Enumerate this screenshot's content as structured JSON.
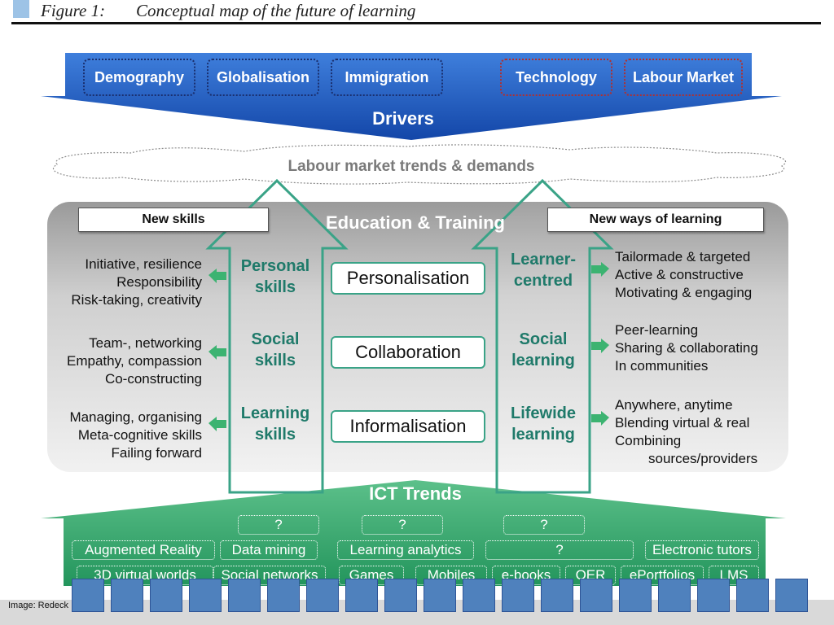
{
  "caption": {
    "label": "Figure 1:",
    "title": "Conceptual map of the future of learning"
  },
  "drivers": {
    "items": [
      "Demography",
      "Globalisation",
      "Immigration",
      "Technology",
      "Labour Market"
    ],
    "title": "Drivers"
  },
  "labour_market": "Labour market trends & demands",
  "education": {
    "title": "Education & Training",
    "new_skills": "New skills",
    "new_ways": "New ways of learning",
    "left_rows": [
      [
        "Initiative, resilience",
        "Responsibility",
        "Risk-taking, creativity"
      ],
      [
        "Team-, networking",
        "Empathy, compassion",
        "Co-constructing"
      ],
      [
        "Managing, organising",
        "Meta-cognitive skills",
        "Failing forward"
      ]
    ],
    "skills": [
      [
        "Personal",
        "skills"
      ],
      [
        "Social",
        "skills"
      ],
      [
        "Learning",
        "skills"
      ]
    ],
    "center": [
      "Personalisation",
      "Collaboration",
      "Informalisation"
    ],
    "learning": [
      [
        "Learner-",
        "centred"
      ],
      [
        "Social",
        "learning"
      ],
      [
        "Lifewide",
        "learning"
      ]
    ],
    "right_rows": [
      [
        "Tailormade & targeted",
        "Active & constructive",
        "Motivating & engaging"
      ],
      [
        "Peer-learning",
        "Sharing & collaborating",
        "In communities"
      ],
      [
        "Anywhere, anytime",
        "Blending virtual & real",
        "Combining",
        "sources/providers"
      ]
    ]
  },
  "ict": {
    "title": "ICT Trends",
    "row1": [
      "?",
      "?",
      "?"
    ],
    "row2": [
      "Augmented Reality",
      "Data mining",
      "Learning analytics",
      "?",
      "Electronic tutors"
    ],
    "row3": [
      "3D virtual worlds",
      "Social networks",
      "Games",
      "Mobiles",
      "e-books",
      "OER",
      "ePortfolios",
      "LMS"
    ]
  },
  "footer": {
    "text": "Image: Redeck"
  },
  "colors": {
    "drivers_blue": "#1f5fc4",
    "edu_grey": "#c8c8c8",
    "ict_green": "#2fa36b",
    "arrow_green": "#3aa387",
    "bullet_green": "#3cb371",
    "overlay_blue": "#4f81bd"
  }
}
